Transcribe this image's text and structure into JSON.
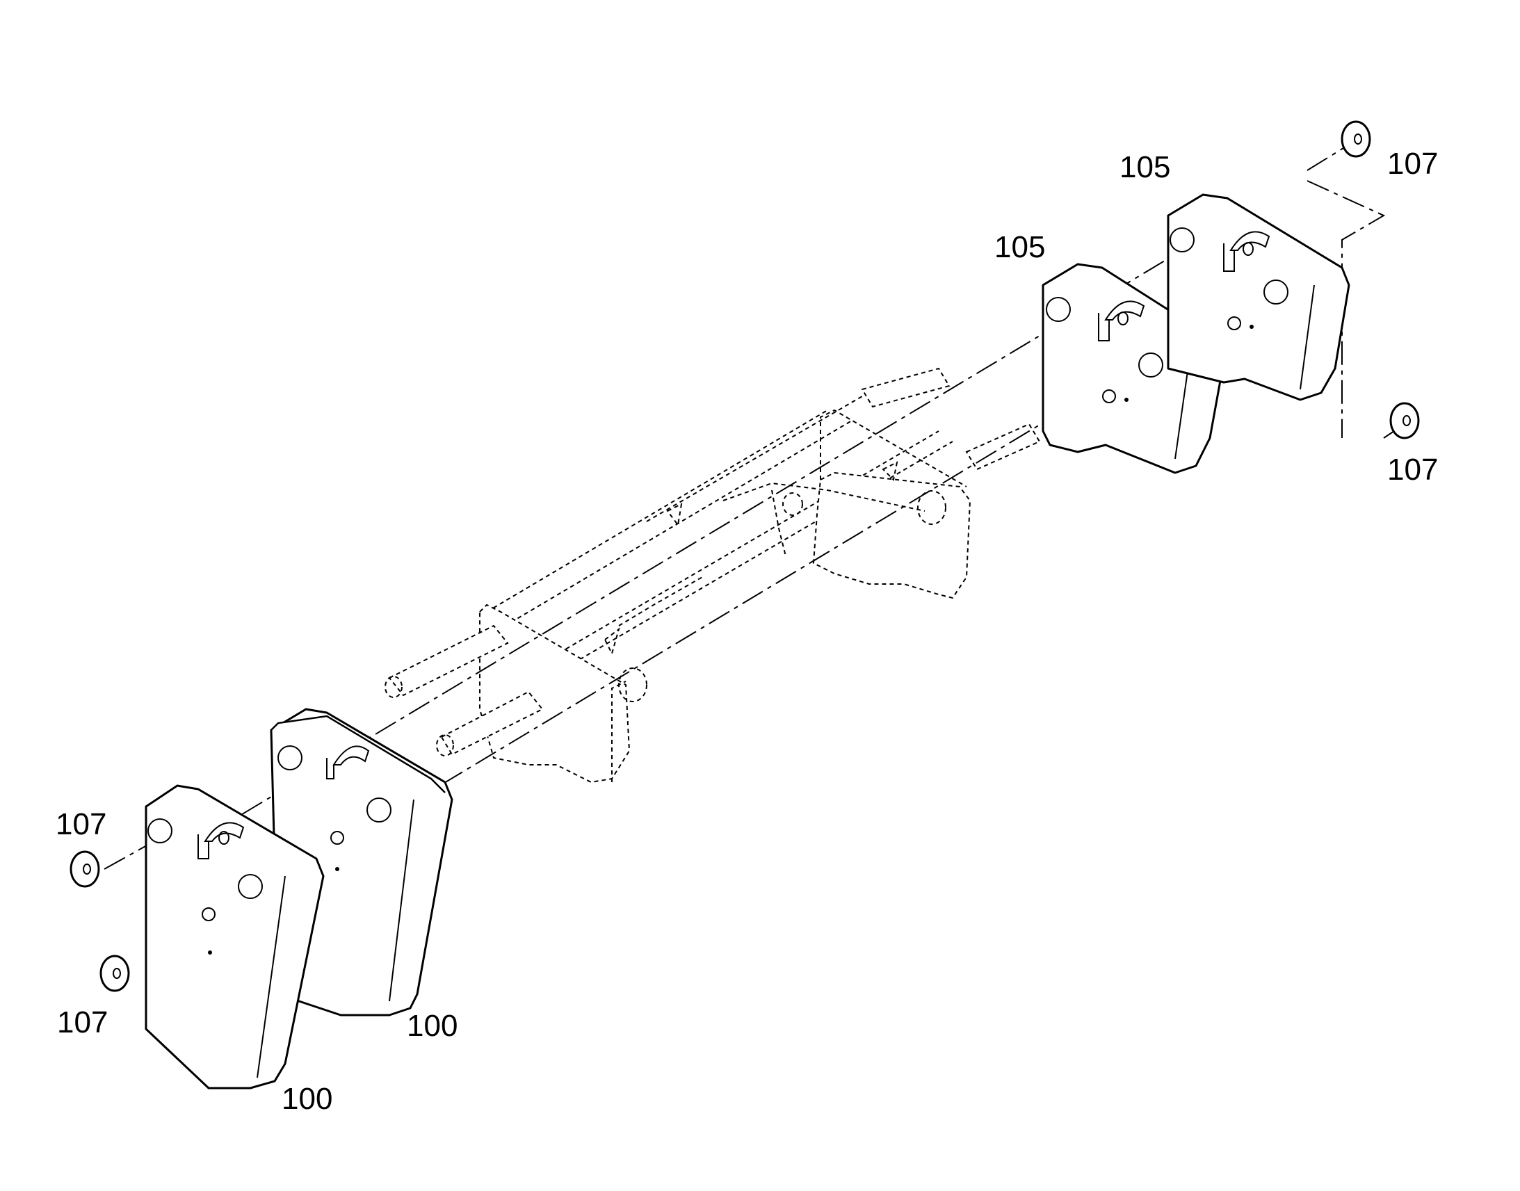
{
  "figure": {
    "labels": {
      "rear_weight_front": "100",
      "rear_weight_back": "100",
      "front_weight_left": "105",
      "front_weight_right": "105",
      "washer_top_right": "107",
      "washer_mid_right": "107",
      "washer_upper_left": "107",
      "washer_lower_left": "107"
    }
  }
}
